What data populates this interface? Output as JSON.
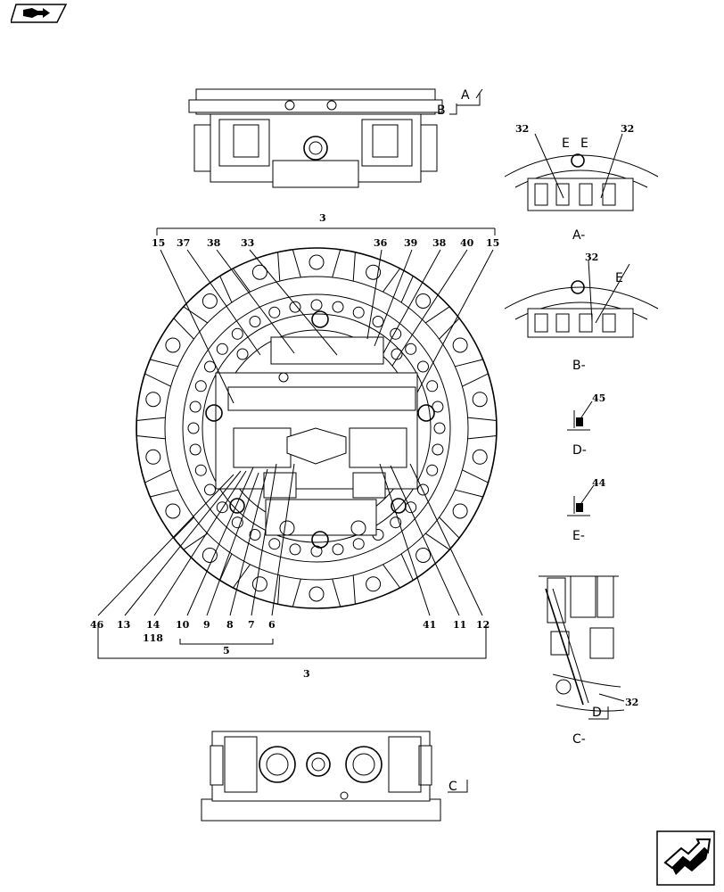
{
  "nav": {
    "top_icon": "book-arrow-icon",
    "bottom_icon": "next-page-arrow-icon"
  },
  "views": {
    "top_arrows": [
      "A",
      "B"
    ],
    "bottom_arrow": "C"
  },
  "sections": {
    "A": {
      "title": "A-",
      "callouts": [
        "32",
        "32"
      ],
      "marks": [
        "E",
        "E"
      ]
    },
    "B": {
      "title": "B-",
      "callouts": [
        "32"
      ],
      "marks": [
        "E"
      ]
    },
    "D": {
      "title": "D-",
      "callouts": [
        "45"
      ]
    },
    "E": {
      "title": "E-",
      "callouts": [
        "44"
      ]
    },
    "C": {
      "title": "C-",
      "callouts": [
        "32"
      ],
      "marks": [
        "D"
      ]
    }
  },
  "main_view": {
    "group_label_top": "3",
    "top_callouts": [
      "15",
      "37",
      "38",
      "33",
      "36",
      "39",
      "38",
      "40",
      "15"
    ],
    "bottom_callouts": [
      "46",
      "13",
      "14",
      "10",
      "9",
      "8",
      "7",
      "6",
      "41",
      "11",
      "12"
    ],
    "sub_label_118": "118",
    "group_label_5": "5",
    "group_label_bottom": "3"
  }
}
